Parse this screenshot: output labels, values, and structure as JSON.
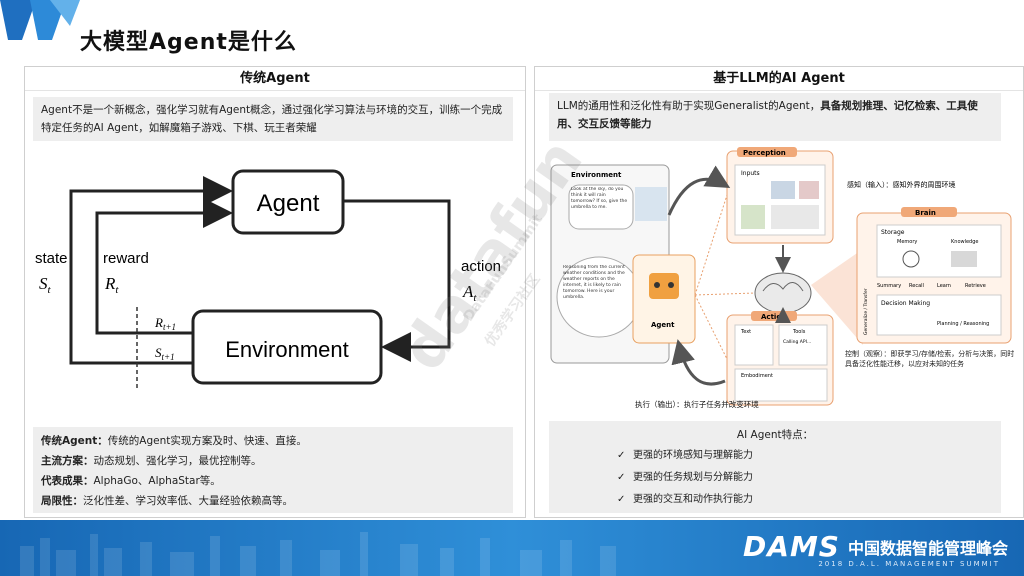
{
  "slide": {
    "title": "大模型Agent是什么"
  },
  "left_panel": {
    "header": "传统Agent",
    "intro": "Agent不是一个新概念，强化学习就有Agent概念，通过强化学习算法与环境的交互，训练一个完成特定任务的AI Agent，如解魔箱子游戏、下棋、玩王者荣耀",
    "diagram": {
      "agent_label": "Agent",
      "environment_label": "Environment",
      "state_label": "state",
      "state_symbol": "S",
      "state_sub": "t",
      "reward_label": "reward",
      "reward_symbol": "R",
      "reward_sub": "t",
      "action_label": "action",
      "action_symbol": "A",
      "action_sub": "t",
      "next_reward": "R",
      "next_reward_sub": "t+1",
      "next_state": "S",
      "next_state_sub": "t+1"
    },
    "points": [
      {
        "key": "传统Agent：",
        "value": "传统的Agent实现方案及时、快速、直接。"
      },
      {
        "key": "主流方案：",
        "value": "动态规划、强化学习，最优控制等。"
      },
      {
        "key": "代表成果：",
        "value": "AlphaGo、AlphaStar等。"
      },
      {
        "key": "局限性：",
        "value": "泛化性差、学习效率低、大量经验依赖高等。"
      }
    ]
  },
  "right_panel": {
    "header": "基于LLM的AI Agent",
    "intro_normal": "LLM的通用性和泛化性有助于实现Generalist的Agent，",
    "intro_bold": "具备规划推理、记忆检索、工具使用、交互反馈等能力",
    "diagram": {
      "environment": "Environment",
      "env_text_1": "Look at the sky, do you think it will rain tomorrow? If so, give the umbrella to me.",
      "env_text_2": "Reasoning from the current weather conditions and the weather reports on the internet, it is likely to rain tomorrow. Here is your umbrella.",
      "agent": "Agent",
      "perception": "Perception",
      "inputs": "Inputs",
      "brain": "Brain",
      "storage": "Storage",
      "memory": "Memory",
      "knowledge": "Knowledge",
      "summary": "Summary",
      "recall": "Recall",
      "learn": "Learn",
      "retrieve": "Retrieve",
      "decision": "Decision Making",
      "planning": "Planning / Reasoning",
      "generalize": "Generalize / Transfer",
      "action": "Action",
      "text": "Text",
      "tools": "Tools",
      "calling": "Calling API...",
      "embodiment": "Embodiment",
      "note_perception": "感知（输入）：感知外界的周围环境",
      "note_brain": "控制（观察）：即获学习/存储/检索，分析与决策，同时具备泛化性能迁移，以应对未知的任务",
      "note_action": "执行（输出）：执行子任务并改变环境"
    },
    "features_title": "AI Agent特点：",
    "features": [
      "更强的环境感知与理解能力",
      "更强的任务规划与分解能力",
      "更强的交互和动作执行能力"
    ]
  },
  "banner": {
    "brand": "DAMS",
    "brand_cn": "中国数据智能管理峰会",
    "brand_sub": "2018 D.A.L. MANAGEMENT SUMMIT"
  },
  "watermarks": [
    "datafun",
    "DataFunSummit",
    "优秀学习社区"
  ]
}
